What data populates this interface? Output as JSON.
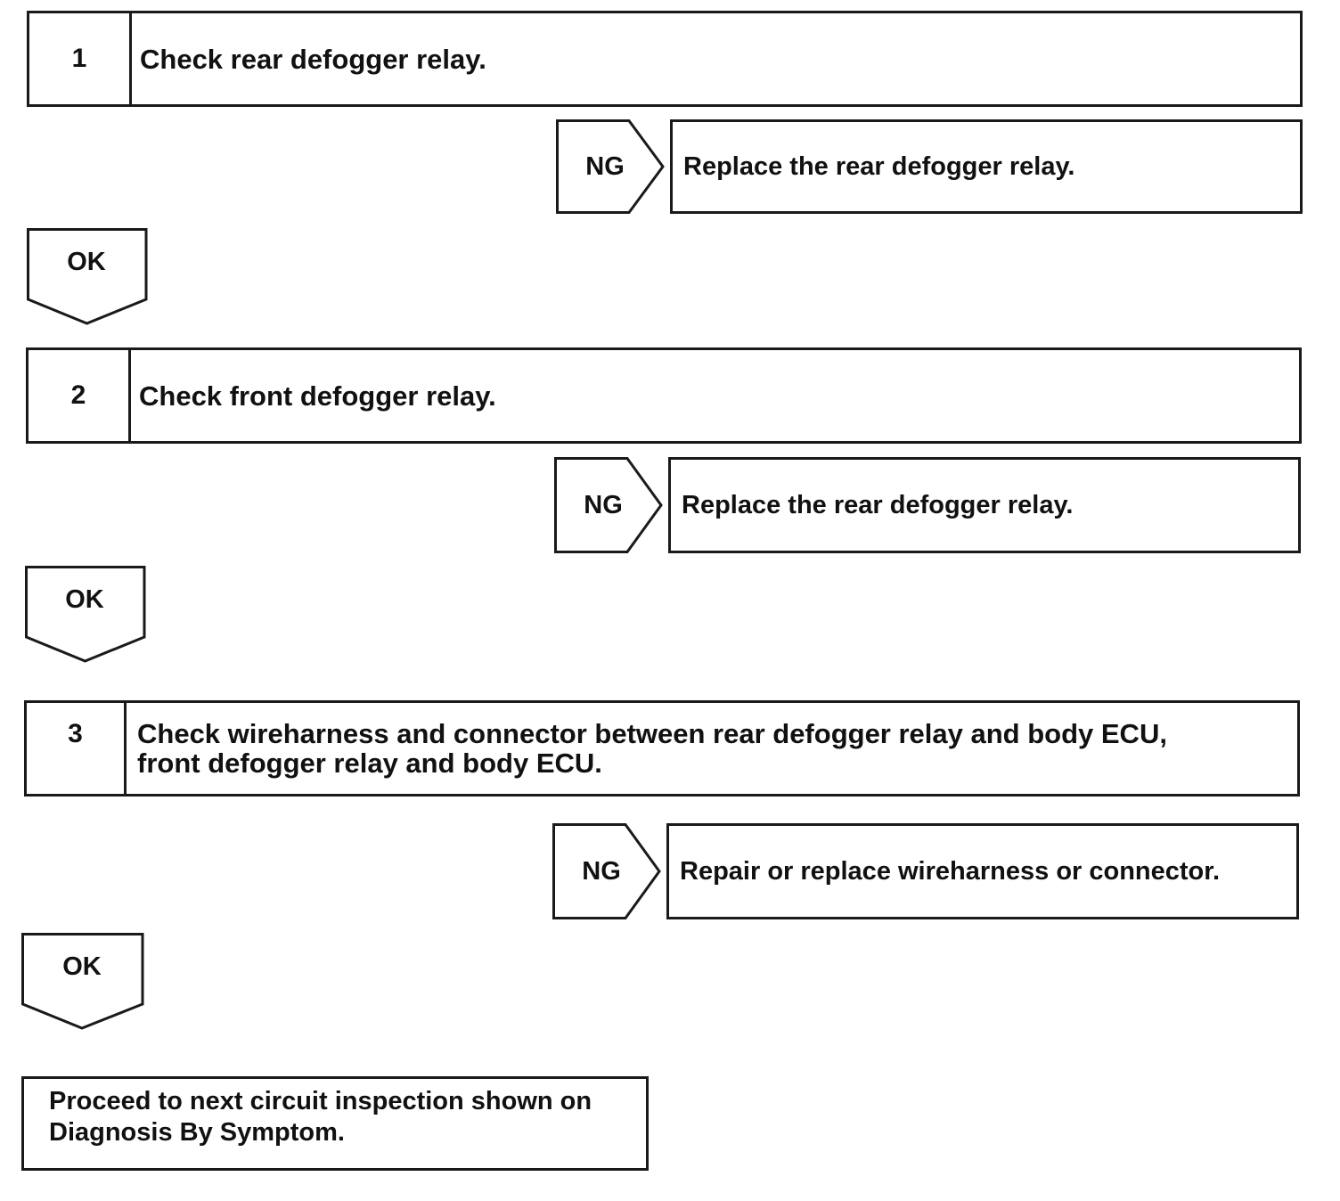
{
  "steps": [
    {
      "number": "1",
      "text": "Check rear defogger relay.",
      "ng_label": "NG",
      "ng_action": "Replace the rear defogger relay.",
      "ok_label": "OK"
    },
    {
      "number": "2",
      "text": "Check front defogger relay.",
      "ng_label": "NG",
      "ng_action": "Replace the rear defogger relay.",
      "ok_label": "OK"
    },
    {
      "number": "3",
      "text": "Check wireharness and connector between rear defogger relay and body ECU,\nfront defogger relay and body ECU.",
      "ng_label": "NG",
      "ng_action": "Repair or replace wireharness or connector.",
      "ok_label": "OK"
    }
  ],
  "final": {
    "text": "Proceed to next circuit inspection shown on\nDiagnosis By Symptom."
  }
}
